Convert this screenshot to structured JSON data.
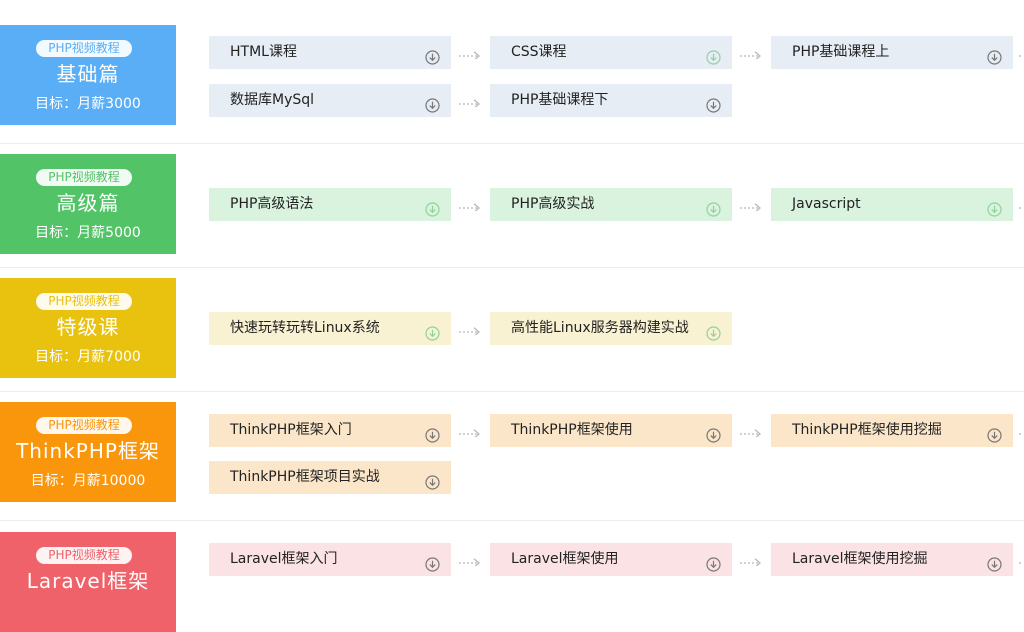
{
  "sections": [
    {
      "badge": "PHP视频教程",
      "title": "基础篇",
      "goal": "目标：月薪3000",
      "color": "#5aaef5",
      "item_bg": "#e6edf5",
      "icon_color": "#777777",
      "items": [
        {
          "label": "HTML课程",
          "icon": "download-circle-icon",
          "done": false
        },
        {
          "label": "CSS课程",
          "icon": "download-circle-icon",
          "done": true
        },
        {
          "label": "PHP基础课程上",
          "icon": "download-circle-icon",
          "done": false
        },
        {
          "label": "数据库MySql",
          "icon": "download-circle-icon",
          "done": false
        },
        {
          "label": "PHP基础课程下",
          "icon": "download-circle-icon",
          "done": false
        }
      ]
    },
    {
      "badge": "PHP视频教程",
      "title": "高级篇",
      "goal": "目标：月薪5000",
      "color": "#52c367",
      "item_bg": "#d9f3df",
      "icon_color": "#8fd39a",
      "items": [
        {
          "label": "PHP高级语法",
          "icon": "download-circle-icon",
          "done": true
        },
        {
          "label": "PHP高级实战",
          "icon": "download-circle-icon",
          "done": true
        },
        {
          "label": "Javascript",
          "icon": "download-circle-icon",
          "done": true
        }
      ]
    },
    {
      "badge": "PHP视频教程",
      "title": "特级课",
      "goal": "目标：月薪7000",
      "color": "#e8c20f",
      "item_bg": "#f8f1d2",
      "icon_color": "#8fd39a",
      "items": [
        {
          "label": "快速玩转玩转Linux系统",
          "icon": "download-circle-icon",
          "done": true
        },
        {
          "label": "高性能Linux服务器构建实战",
          "icon": "download-circle-icon",
          "done": true
        }
      ]
    },
    {
      "badge": "PHP视频教程",
      "title": "ThinkPHP框架",
      "goal": "目标：月薪10000",
      "color": "#fa960c",
      "item_bg": "#fbe6c9",
      "icon_color": "#777777",
      "items": [
        {
          "label": "ThinkPHP框架入门",
          "icon": "download-circle-icon",
          "done": false
        },
        {
          "label": "ThinkPHP框架使用",
          "icon": "download-circle-icon",
          "done": false
        },
        {
          "label": "ThinkPHP框架使用挖掘",
          "icon": "download-circle-icon",
          "done": false
        },
        {
          "label": "ThinkPHP框架项目实战",
          "icon": "download-circle-icon",
          "done": false
        }
      ]
    },
    {
      "badge": "PHP视频教程",
      "title": "Laravel框架",
      "goal": "",
      "color": "#f0626a",
      "item_bg": "#fbe2e4",
      "icon_color": "#777777",
      "items": [
        {
          "label": "Laravel框架入门",
          "icon": "download-circle-icon",
          "done": false
        },
        {
          "label": "Laravel框架使用",
          "icon": "download-circle-icon",
          "done": false
        },
        {
          "label": "Laravel框架使用挖掘",
          "icon": "download-circle-icon",
          "done": false
        }
      ]
    }
  ],
  "arrow_icon": "dotted-arrow-icon",
  "colors": {
    "separator": "#ececec",
    "arrow": "#b8b8b8"
  }
}
